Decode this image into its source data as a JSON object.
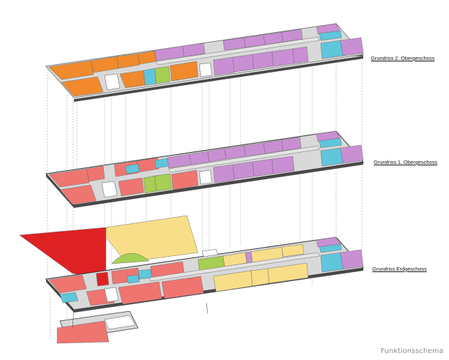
{
  "floors": [
    {
      "id": "og2",
      "label": "Grundriss 2. Obergeschoss"
    },
    {
      "id": "og1",
      "label": "Grundriss 1. Obergeschoss"
    },
    {
      "id": "eg",
      "label": "Grundriss Erdgeschoss"
    }
  ],
  "caption": "Funktionsschema",
  "colors": {
    "orange": "#f08a2c",
    "purple": "#c98fd3",
    "cyan": "#5fc6dc",
    "lime": "#a6cf53",
    "salmon": "#ef7570",
    "red": "#de2224",
    "yellow": "#f8de88",
    "corridor": "#d7d7d7",
    "slab": "#4a4a4a",
    "line": "#7a7a7a"
  }
}
